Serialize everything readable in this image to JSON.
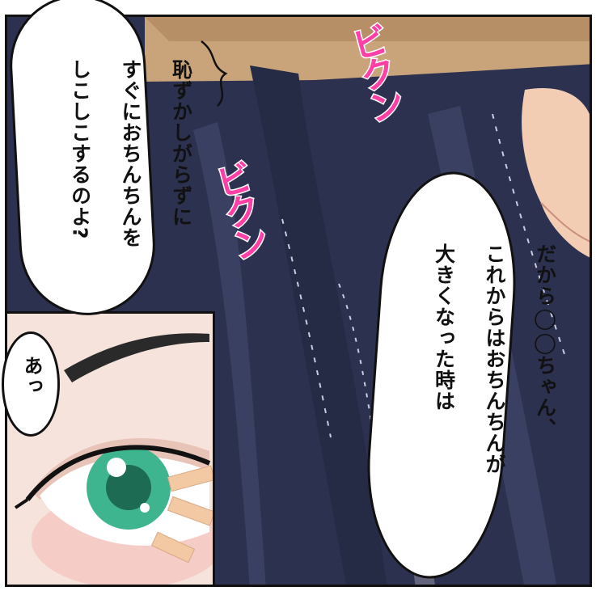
{
  "bubbles": {
    "left_line1": "恥ずかしがらずに",
    "left_line2": "すぐにおちんちんを",
    "left_line3": "しこしこするのよ?",
    "right_line1": "だから◯◯ちゃん、",
    "right_line2": "これからはおちんちんが",
    "right_line3": "大きくなった時は",
    "eye_bubble": "あっ"
  },
  "sfx": {
    "top": "ビクン",
    "middle": "ビクン"
  },
  "colors": {
    "pants": "#2c3150",
    "shirt": "#c9a37a",
    "skin": "#f6e3dc",
    "sfx": "#ff3fa6",
    "iris": "#3fb58f"
  }
}
